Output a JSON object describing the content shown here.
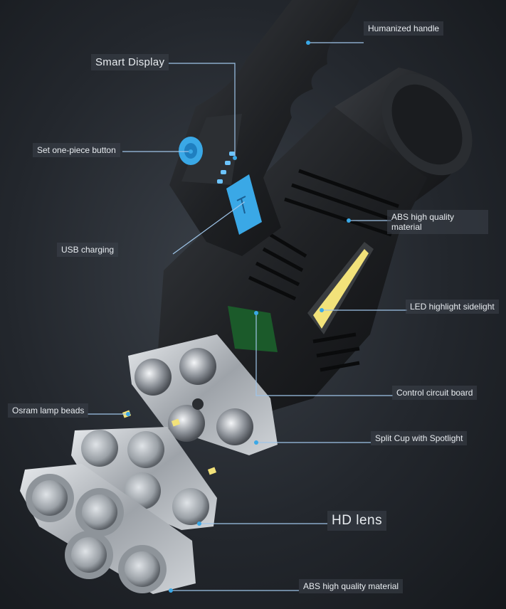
{
  "callouts": {
    "humanized_handle": "Humanized handle",
    "smart_display": "Smart Display",
    "one_piece_button": "Set one-piece button",
    "abs_material_top": "ABS high quality material",
    "usb_charging": "USB charging",
    "led_sidelight": "LED highlight sidelight",
    "control_board": "Control circuit board",
    "osram_beads": "Osram lamp beads",
    "split_cup": "Split Cup with Spotlight",
    "hd_lens": "HD lens",
    "abs_material_bottom": "ABS high quality material"
  },
  "colors": {
    "accent_blue": "#3aa8e6",
    "leader_line": "#9ec4e8",
    "body_dark": "#1c1e21",
    "metal": "#b9bdc2",
    "cob_yellow": "#f2e27a"
  },
  "icons": [
    "usb-icon",
    "power-button-icon"
  ]
}
